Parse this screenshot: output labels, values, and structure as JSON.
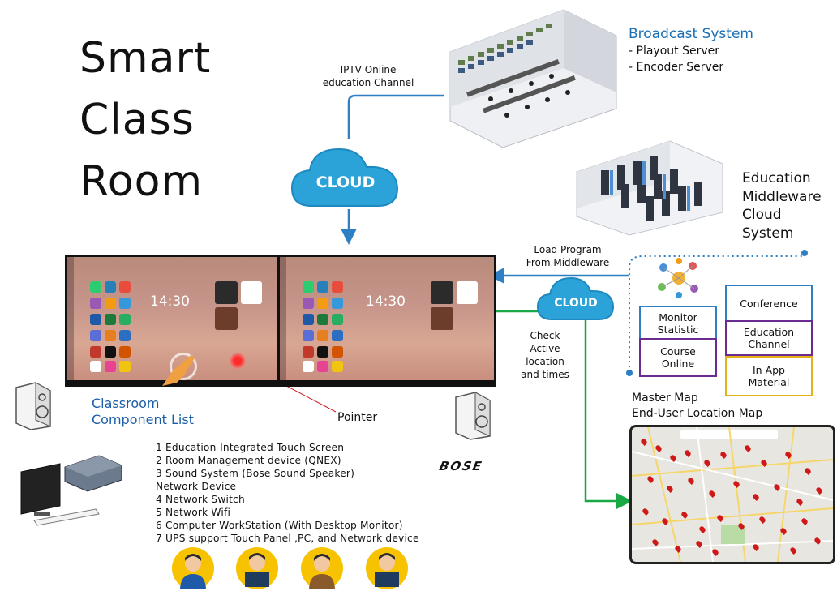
{
  "title": {
    "line1": "Smart",
    "line2": "Class",
    "line3": "Room"
  },
  "broadcast": {
    "title": "Broadcast System",
    "items": [
      "- Playout Server",
      "- Encoder Server"
    ]
  },
  "iptv_label": {
    "line1": "IPTV Online",
    "line2": "education Channel"
  },
  "cloud_label": "CLOUD",
  "middleware": {
    "line1": "Education",
    "line2": "Middleware",
    "line3": "Cloud",
    "line4": "System"
  },
  "load_program": {
    "line1": "Load Program",
    "line2": "From Middleware"
  },
  "check": {
    "line1": "Check",
    "line2": "Active",
    "line3": "location",
    "line4": "and times"
  },
  "boxes": {
    "monitor": {
      "line1": "Monitor",
      "line2": "Statistic"
    },
    "course": {
      "line1": "Course",
      "line2": "Online"
    },
    "conference": "Conference",
    "education_channel": {
      "line1": "Education",
      "line2": "Channel"
    },
    "in_app": {
      "line1": "In App",
      "line2": "Material"
    }
  },
  "screen": {
    "time": "14:30"
  },
  "pointer_label": "Pointer",
  "component_title": {
    "line1": "Classroom",
    "line2": "Component List"
  },
  "components": [
    "1 Education-Integrated  Touch Screen",
    "2 Room Management device (QNEX)",
    "3 Sound System (Bose Sound Speaker)",
    "Network Device",
    "4 Network Switch",
    "5 Network Wifi",
    "6 Computer WorkStation (With Desktop Monitor)",
    "7 UPS support Touch Panel ,PC, and Network device"
  ],
  "bose_logo": "BOSE",
  "master_map": {
    "line1": "Master Map",
    "line2": "End-User Location Map"
  },
  "colors": {
    "blue_arrow": "#2f7fc4",
    "green_arrow": "#19a846",
    "cloud": "#2ba3d9",
    "title_blue": "#1a6fb5",
    "box_purple": "#6a2c91",
    "box_yellow": "#e7b019"
  }
}
